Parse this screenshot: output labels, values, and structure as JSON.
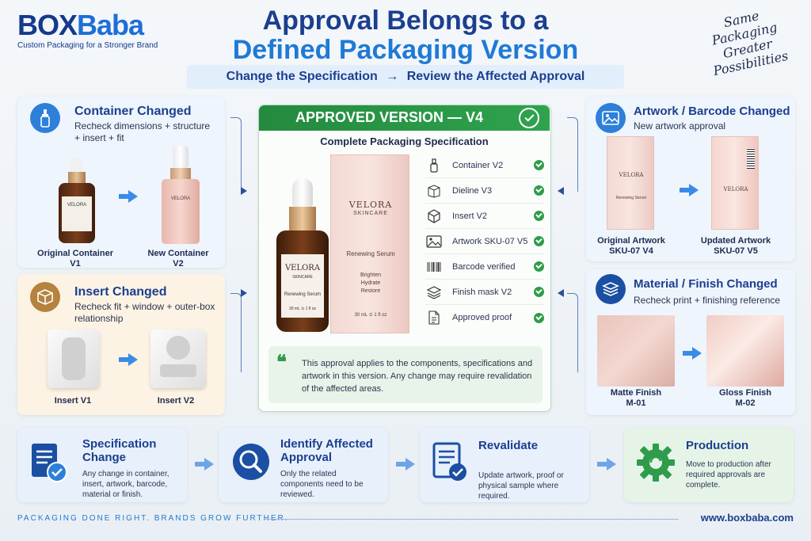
{
  "brand": {
    "name_part1": "BOX",
    "name_part2": "Baba",
    "tagline": "Custom Packaging for a Stronger Brand"
  },
  "title": {
    "line1": "Approval Belongs to a",
    "line2": "Defined Packaging Version"
  },
  "subtitle": {
    "left": "Change the Specification",
    "arrow": "→",
    "right": "Review the Affected Approval"
  },
  "slogan": {
    "line1": "Same",
    "line2": "Packaging",
    "line3": "Greater",
    "line4": "Possibilities"
  },
  "container_panel": {
    "title": "Container Changed",
    "desc": "Recheck dimensions + structure + insert + fit",
    "left_caption_1": "Original Container",
    "left_caption_2": "V1",
    "right_caption_1": "New Container",
    "right_caption_2": "V2"
  },
  "insert_panel": {
    "title": "Insert Changed",
    "desc": "Recheck fit + window + outer-box relationship",
    "left_caption": "Insert V1",
    "right_caption": "Insert V2"
  },
  "approved": {
    "header": "APPROVED VERSION — V4",
    "subheader": "Complete Packaging Specification",
    "items": [
      {
        "label": "Container V2",
        "icon": "dropper-icon"
      },
      {
        "label": "Dieline V3",
        "icon": "box-outline-icon"
      },
      {
        "label": "Insert V2",
        "icon": "cube-icon"
      },
      {
        "label": "Artwork SKU-07 V5",
        "icon": "image-icon"
      },
      {
        "label": "Barcode verified",
        "icon": "barcode-icon"
      },
      {
        "label": "Finish mask V2",
        "icon": "layers-icon"
      },
      {
        "label": "Approved proof",
        "icon": "document-icon"
      }
    ],
    "note": "This approval applies to the components, specifications and artwork in this version. Any change may require revalidation of the affected areas.",
    "quote": "❝"
  },
  "product": {
    "brand": "VELORA",
    "sub": "SKINCARE",
    "name": "Renewing Serum",
    "benefit1": "Brighten",
    "benefit2": "Hydrate",
    "benefit3": "Restore",
    "size": "30 mL  ⊙ 1 fl oz"
  },
  "artwork_panel": {
    "title": "Artwork / Barcode Changed",
    "desc": "New artwork approval",
    "left_caption_1": "Original Artwork",
    "left_caption_2": "SKU-07 V4",
    "right_caption_1": "Updated Artwork",
    "right_caption_2": "SKU-07 V5"
  },
  "material_panel": {
    "title": "Material / Finish Changed",
    "desc": "Recheck print + finishing reference",
    "left_caption_1": "Matte Finish",
    "left_caption_2": "M-01",
    "right_caption_1": "Gloss Finish",
    "right_caption_2": "M-02"
  },
  "steps": [
    {
      "title": "Specification Change",
      "desc": "Any change in container, insert, artwork, barcode, material or finish."
    },
    {
      "title": "Identify Affected Approval",
      "desc": "Only the related components need to be reviewed."
    },
    {
      "title": "Revalidate",
      "desc": "Update artwork, proof or physical sample where required."
    },
    {
      "title": "Production",
      "desc": "Move to production after required approvals are complete."
    }
  ],
  "footer": {
    "left": "PACKAGING DONE RIGHT. BRANDS GROW FURTHER.",
    "right": "www.boxbaba.com"
  },
  "colors": {
    "navy": "#1b3f8f",
    "blue": "#1f7ad6",
    "green": "#2e9c4a",
    "pink": "#f1d6d2"
  }
}
